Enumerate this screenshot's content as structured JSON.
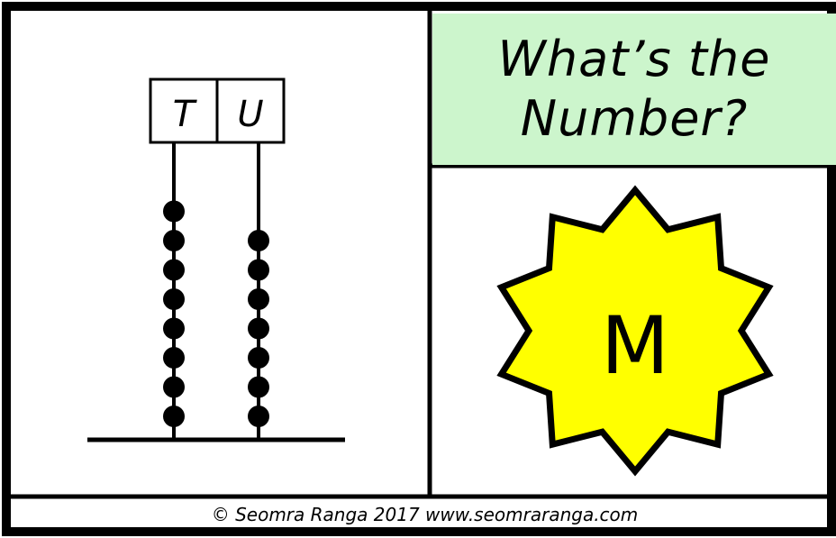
{
  "title": {
    "line1": "What’s the",
    "line2": "Number?"
  },
  "abacus": {
    "tens_label": "T",
    "units_label": "U",
    "tens_beads": 8,
    "units_beads": 7
  },
  "badge": {
    "letter": "M",
    "fill_color": "#ffff00"
  },
  "footer": {
    "credit": "© Seomra Ranga 2017 www.seomraranga.com"
  },
  "colors": {
    "title_background": "#ccf5cc",
    "border": "#000000"
  }
}
